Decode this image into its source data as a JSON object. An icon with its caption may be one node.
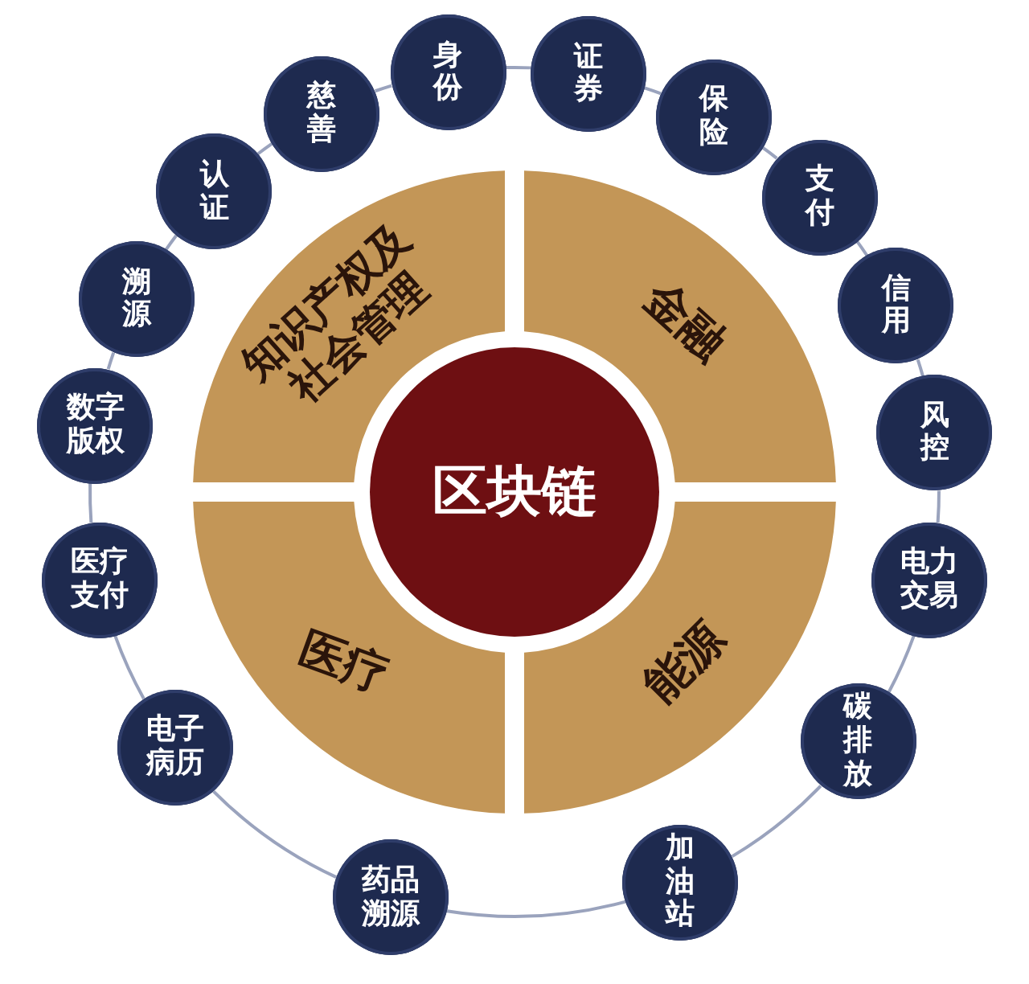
{
  "diagram": {
    "nodes": [
      {
        "text": [
          "区块链"
        ]
      },
      {
        "text": [
          "知识产权及社会管理"
        ]
      },
      {
        "text": [
          "金融"
        ]
      },
      {
        "text": [
          "能源"
        ]
      },
      {
        "text": [
          "医疗"
        ]
      },
      {
        "text": [
          "身份"
        ]
      },
      {
        "text": [
          "证券"
        ]
      },
      {
        "text": [
          "保险"
        ]
      },
      {
        "text": [
          "支付"
        ]
      },
      {
        "text": [
          "信用"
        ]
      },
      {
        "text": [
          "风控"
        ]
      },
      {
        "text": [
          "电力交易"
        ]
      },
      {
        "text": [
          "碳排放"
        ]
      },
      {
        "text": [
          "加油站"
        ]
      },
      {
        "text": [
          "药品溯源"
        ]
      },
      {
        "text": [
          "电子病历"
        ]
      },
      {
        "text": [
          "医疗支付"
        ]
      },
      {
        "text": [
          "数字版权"
        ]
      },
      {
        "text": [
          "溯源"
        ]
      },
      {
        "text": [
          "认证"
        ]
      },
      {
        "text": [
          "慈善"
        ]
      }
    ],
    "edges": [
      {
        "from": 5,
        "to": 6,
        "arrow": "none"
      },
      {
        "from": 6,
        "to": 7,
        "arrow": "none"
      },
      {
        "from": 7,
        "to": 8,
        "arrow": "none"
      },
      {
        "from": 8,
        "to": 9,
        "arrow": "none"
      },
      {
        "from": 9,
        "to": 10,
        "arrow": "none"
      },
      {
        "from": 10,
        "to": 11,
        "arrow": "none"
      },
      {
        "from": 11,
        "to": 12,
        "arrow": "none"
      },
      {
        "from": 12,
        "to": 13,
        "arrow": "none"
      },
      {
        "from": 13,
        "to": 14,
        "arrow": "none"
      },
      {
        "from": 14,
        "to": 15,
        "arrow": "none"
      },
      {
        "from": 15,
        "to": 16,
        "arrow": "none"
      },
      {
        "from": 16,
        "to": 17,
        "arrow": "none"
      },
      {
        "from": 17,
        "to": 18,
        "arrow": "none"
      },
      {
        "from": 18,
        "to": 19,
        "arrow": "none"
      },
      {
        "from": 19,
        "to": 20,
        "arrow": "none"
      },
      {
        "from": 20,
        "to": 5,
        "arrow": "none"
      }
    ]
  }
}
